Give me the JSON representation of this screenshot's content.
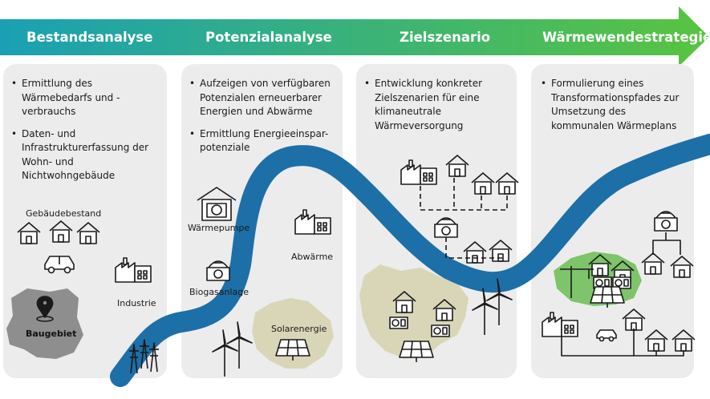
{
  "stages": [
    {
      "title": "Bestandsanalyse",
      "bullets": [
        "Ermittlung des Wärmebedarfs und -verbrauchs",
        "Daten- und Infrastrukturerfassung der Wohn- und Nichtwohngebäude"
      ],
      "labels": {
        "buildings": "Gebäudebestand",
        "industry": "Industrie",
        "area": "Baugebiet"
      }
    },
    {
      "title": "Potenzialanalyse",
      "bullets": [
        "Aufzeigen von verfügbaren Potenzialen erneuerbarer Energien und Abwärme",
        "Ermittlung Energieeinspar-potenziale"
      ],
      "labels": {
        "heatpump": "Wärmepumpe",
        "waste_heat": "Abwärme",
        "biogas": "Biogasanlage",
        "solar": "Solarenergie"
      }
    },
    {
      "title": "Zielszenario",
      "bullets": [
        "Entwicklung konkreter Zielszenarien für eine klimaneutrale Wärmeversorgung"
      ]
    },
    {
      "title": "Wärmewendestrategie",
      "bullets": [
        "Formulierung eines Transformationspfades zur Umsetzung des kommunalen Wärmeplans"
      ]
    }
  ],
  "colors": {
    "arrow_start": "#1aa0b4",
    "arrow_end": "#59c43f",
    "river": "#1d6fa8",
    "card": "#ececec",
    "terrain": "#d9d6b8",
    "green_area": "#7ec46a",
    "grey_area": "#8e8e8e",
    "ink": "#1a1a1a"
  },
  "icons": [
    "house-icon",
    "car-icon",
    "factory-icon",
    "location-pin-icon",
    "wind-turbine-icon",
    "pylon-icon",
    "heat-pump-icon",
    "biogas-plant-icon",
    "solar-panel-icon",
    "crane-icon"
  ]
}
